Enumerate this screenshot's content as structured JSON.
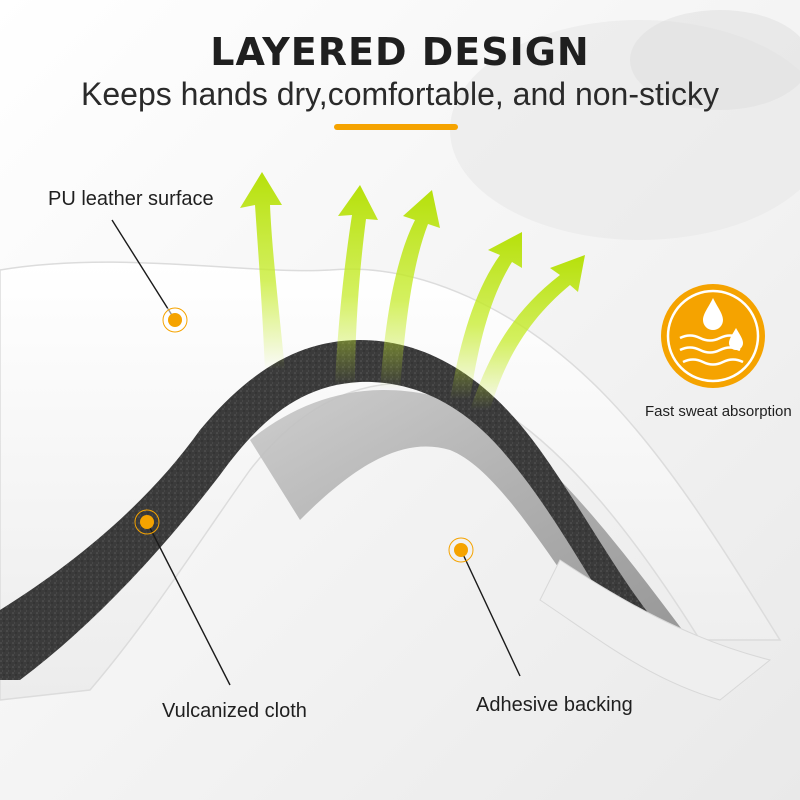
{
  "header": {
    "title": "LAYERED DESIGN",
    "subtitle": "Keeps hands dry,comfortable, and non-sticky"
  },
  "callouts": [
    {
      "name": "pu-leather-surface-label",
      "text": "PU leather surface"
    },
    {
      "name": "vulcanized-cloth-label",
      "text": "Vulcanized cloth"
    },
    {
      "name": "adhesive-backing-label",
      "text": "Adhesive backing"
    },
    {
      "name": "fast-sweat-absorption-label",
      "text": "Fast sweat absorption"
    }
  ],
  "icons": {
    "sweat_badge": "water-drop-icon",
    "arrows": "upward-arrow-icon",
    "markers": "callout-dot-icon"
  },
  "colors": {
    "accent": "#f5a300",
    "arrow_green": "#b8e010",
    "foam_dark": "#3a3a3a",
    "title": "#1f1f1f"
  }
}
